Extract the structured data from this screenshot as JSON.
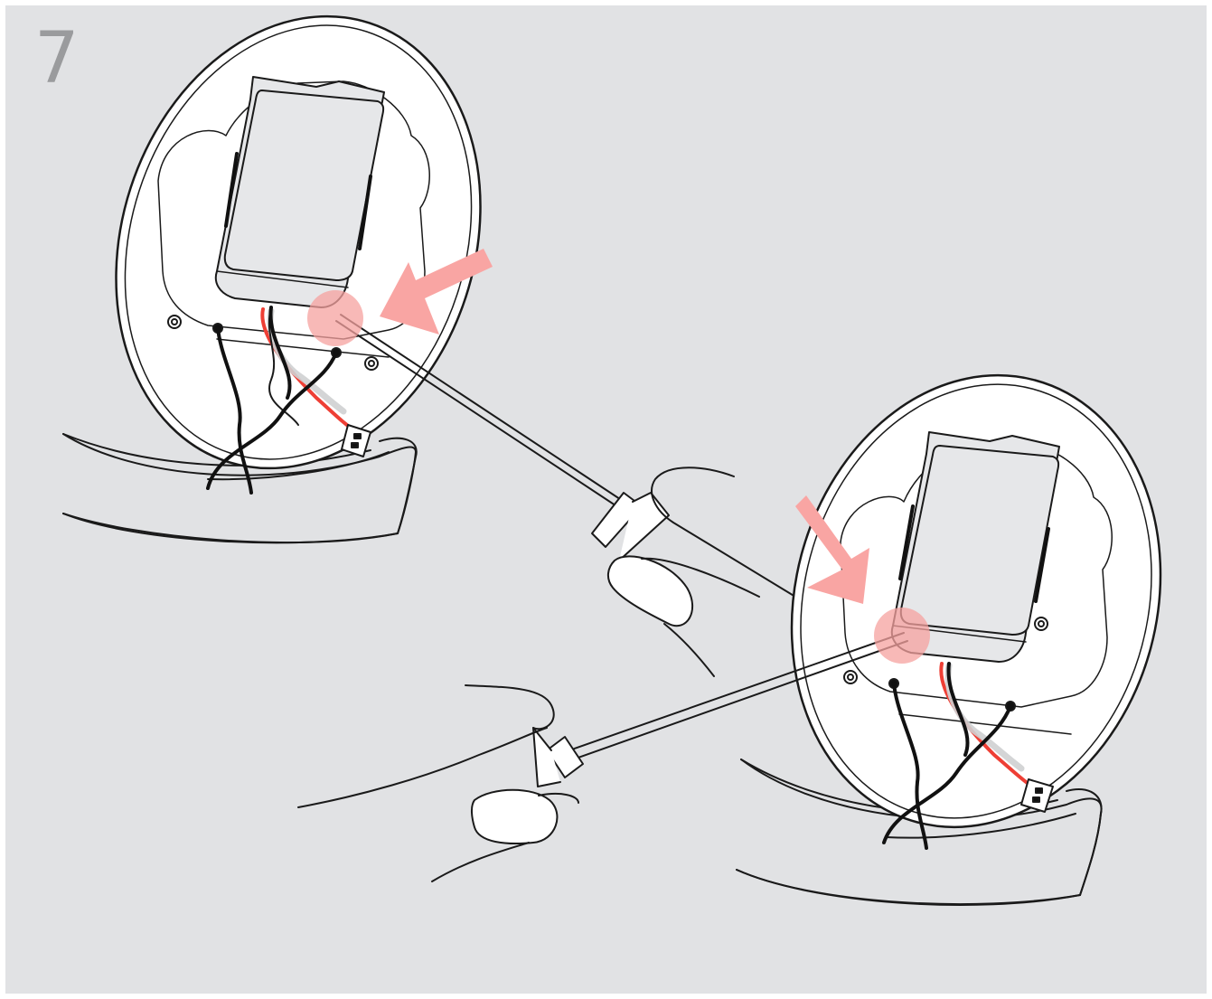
{
  "step": {
    "number": "7"
  },
  "colors": {
    "panel_background": "#e1e2e4",
    "step_number": "#9a9b9d",
    "outline": "#1a1a1a",
    "shell_fill": "#ffffff",
    "battery_fill": "#e6e7e9",
    "highlight_arrow": "#f9a5a3",
    "highlight_circle": "#f6a19f",
    "red_wire": "#ee3f35",
    "black_wire": "#111111"
  },
  "illustration": {
    "views": [
      {
        "id": "left-view",
        "description_icon": "speaker-back-battery"
      },
      {
        "id": "right-view",
        "description_icon": "speaker-back-battery"
      }
    ],
    "tools": [
      "screwdriver-icon",
      "hand-icon"
    ]
  }
}
